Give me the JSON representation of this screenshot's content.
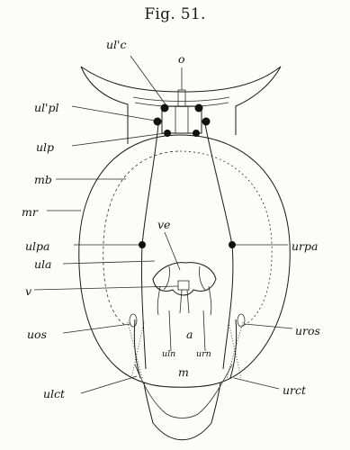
{
  "figure": {
    "title": "Fig. 51."
  },
  "labels": {
    "ulc": "ul'c",
    "o": "o",
    "ulpl": "ul'pl",
    "ulp": "ulp",
    "mb": "mb",
    "mr": "mr",
    "ve": "ve",
    "ulpa": "ulpa",
    "urpa": "urpa",
    "ula": "ula",
    "v": "v",
    "uos": "uos",
    "uros": "uros",
    "a": "a",
    "uln": "uln",
    "urn": "urn",
    "m": "m",
    "ulct": "ulct",
    "urct": "urct"
  },
  "colors": {
    "ink": "#1a1a1a",
    "paper": "#fcfcfa"
  }
}
